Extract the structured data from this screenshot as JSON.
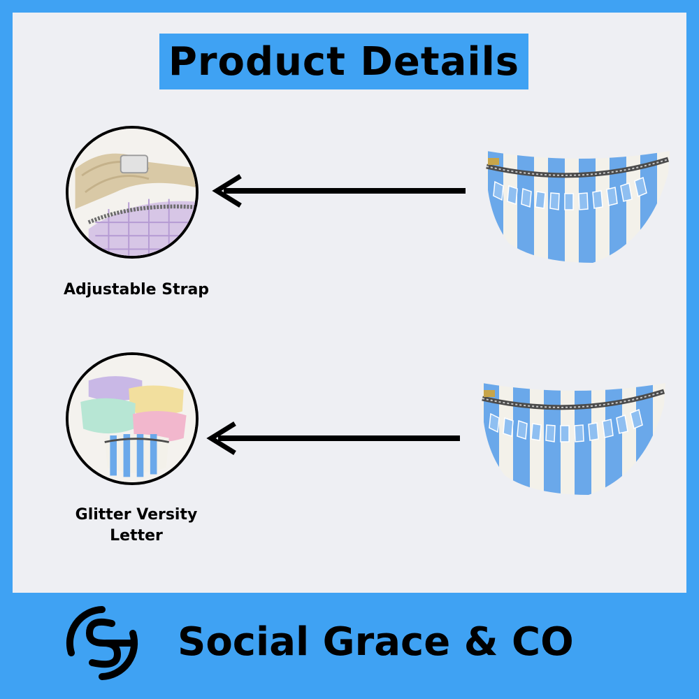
{
  "header": {
    "title": "Product Details"
  },
  "features": [
    {
      "label": "Adjustable Strap",
      "icon": "strap-closeup-icon"
    },
    {
      "label_line1": "Glitter Versity",
      "label_line2": "Letter",
      "icon": "bag-collection-icon"
    }
  ],
  "footer": {
    "brand_name": "Social Grace & CO",
    "logo_icon": "sg-monogram-icon"
  },
  "colors": {
    "accent": "#3fa2f3",
    "panel": "#eeeff3",
    "bag_stripe": "#6aa8ea"
  }
}
